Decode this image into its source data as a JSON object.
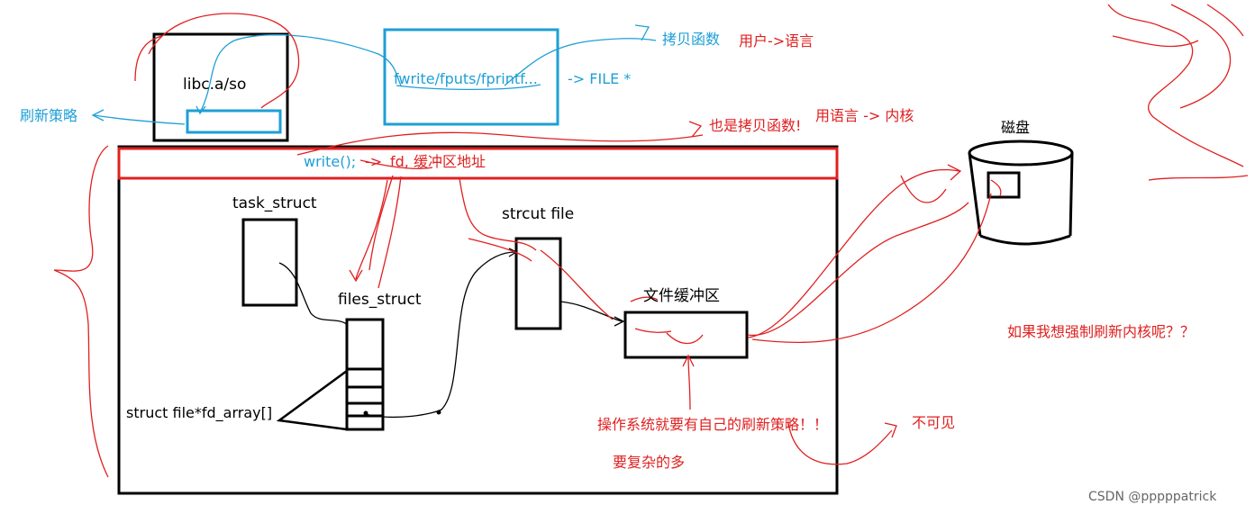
{
  "colors": {
    "black": "#000000",
    "blue": "#1e9fd6",
    "red": "#e02020",
    "watermark": "#666666"
  },
  "labels": {
    "libc": "libc.a/so",
    "flush_policy": "刷新策略",
    "fwrite": "fwrite/fputs/fprintf...",
    "file_ptr": "-> FILE *",
    "copy_func": "拷贝函数",
    "user_to_lang": "用户->语言",
    "also_copy": "也是拷贝函数!",
    "lang_to_kernel": "用语言 -> 内核",
    "write_call": "write();",
    "fd_arrow": "->",
    "fd_buffer": "fd, 缓冲区地址",
    "task_struct": "task_struct",
    "files_struct": "files_struct",
    "fd_array": "struct file*fd_array[]",
    "strcut_file": "strcut file",
    "file_buffer": "文件缓冲区",
    "disk": "磁盘",
    "force_flush": "如果我想强制刷新内核呢？？",
    "os_policy": "操作系统就要有自己的刷新策略！！",
    "invisible": "不可见",
    "more_complex": "要复杂的多",
    "watermark": "CSDN @pppppatrick"
  }
}
